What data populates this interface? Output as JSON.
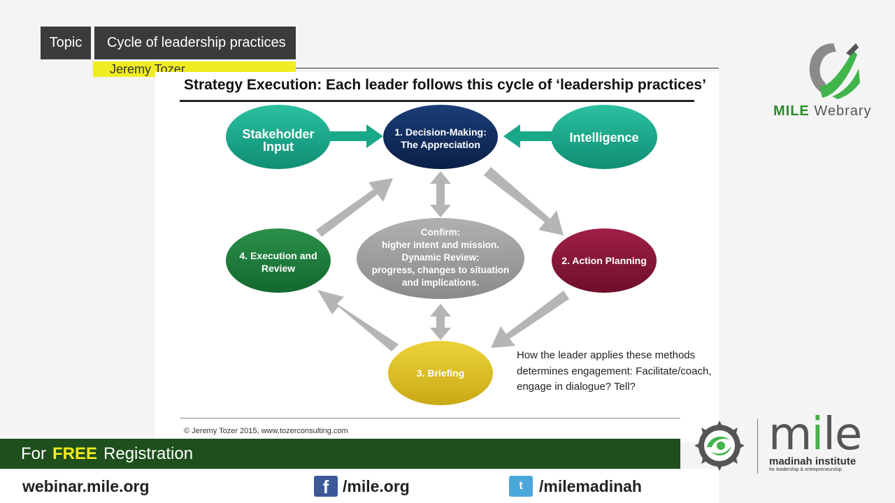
{
  "header": {
    "topic_label": "Topic",
    "topic_title": "Cycle of leadership practices",
    "presenter": "Jeremy Tozer"
  },
  "slide": {
    "title": "Strategy Execution: Each leader follows this cycle of ‘leadership practices’",
    "nodes": {
      "stakeholder": [
        "Stakeholder",
        "Input"
      ],
      "decision": [
        "1. Decision-Making:",
        "The Appreciation"
      ],
      "intelligence": [
        "Intelligence"
      ],
      "action": [
        "2. Action Planning"
      ],
      "briefing": [
        "3. Briefing"
      ],
      "execution": [
        "4. Execution and",
        "Review"
      ],
      "center": [
        "Confirm:",
        "higher intent and mission.",
        "Dynamic Review:",
        "progress, changes to situation",
        "and implications."
      ]
    },
    "node_colors": {
      "stakeholder": "#1aa88b",
      "decision": "#102b5c",
      "intelligence": "#1aa88b",
      "action": "#8a1538",
      "briefing": "#dcbf22",
      "execution": "#1e7a3a",
      "center": "#9e9e9e"
    },
    "note": "How the leader applies these methods determines engagement: Facilitate/coach, engage in dialogue? Tell?",
    "copyright": "© Jeremy Tozer 2015, www.tozerconsulting.com"
  },
  "registration": {
    "prefix": "For",
    "free": "FREE",
    "suffix": "Registration"
  },
  "footer": {
    "website": "webinar.mile.org",
    "facebook": "/mile.org",
    "twitter": "/milemadinah",
    "facebook_icon": "facebook-icon",
    "twitter_icon": "twitter-icon"
  },
  "branding": {
    "webrary_mile": "MILE",
    "webrary_rest": "Webrary",
    "logo_word_m": "m",
    "logo_word_i": "i",
    "logo_word_le": "le",
    "logo_sub1": "madinah institute",
    "logo_sub2": "for leadership & entrepreneurship"
  }
}
